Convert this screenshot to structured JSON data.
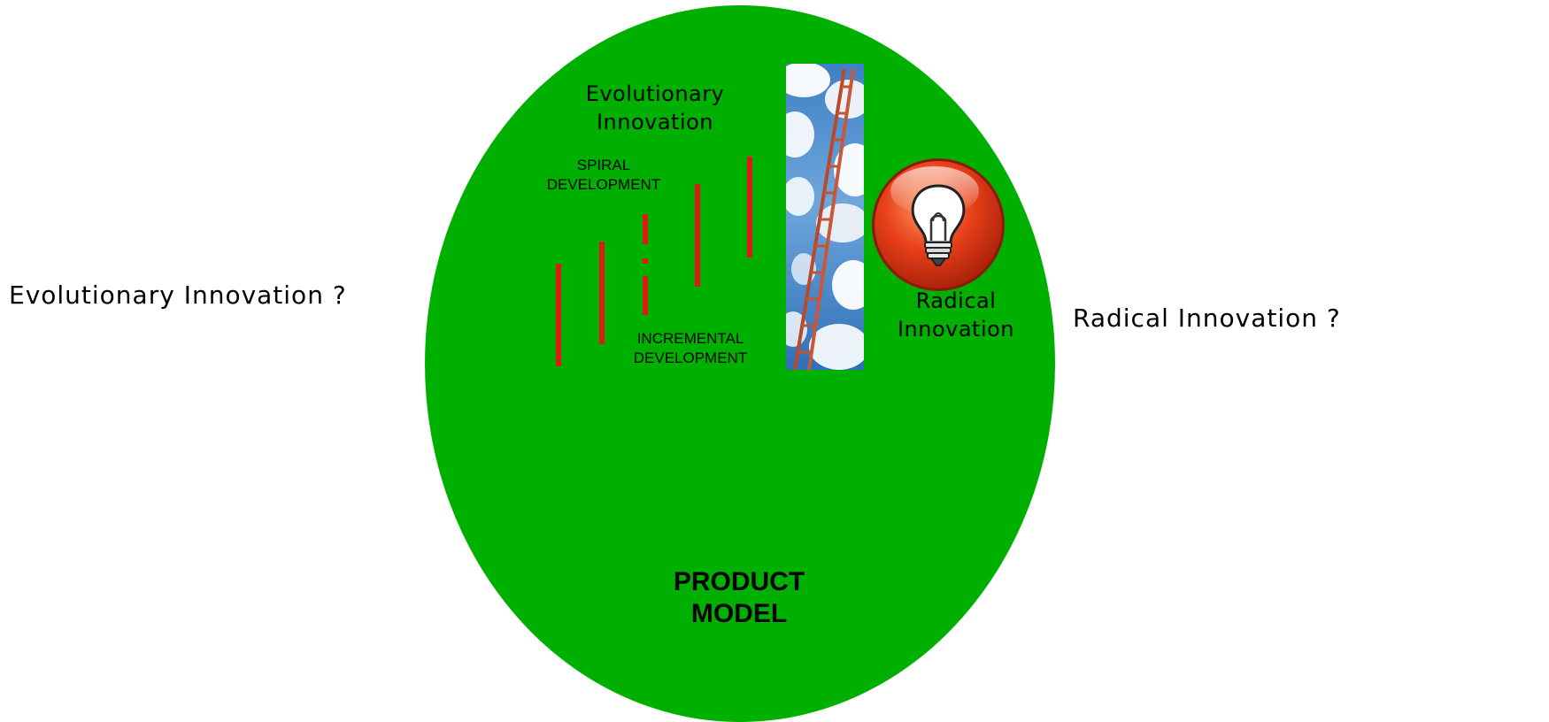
{
  "left_question": "Evolutionary Innovation ?",
  "right_question": "Radical Innovation ?",
  "circle": {
    "color": "#00b000",
    "evolutionary_label_line1": "Evolutionary",
    "evolutionary_label_line2": "Innovation",
    "spiral_label_line1": "SPIRAL",
    "spiral_label_line2": "DEVELOPMENT",
    "incremental_label_line1": "INCREMENTAL",
    "incremental_label_line2": "DEVELOPMENT",
    "radical_label_line1": "Radical",
    "radical_label_line2": "Innovation",
    "bottom_label_line1": "PRODUCT",
    "bottom_label_line2": "MODEL"
  },
  "step_color": "#e01818",
  "icons": {
    "ladder": "ladder-to-sky-image",
    "bulb": "light-bulb-icon"
  }
}
